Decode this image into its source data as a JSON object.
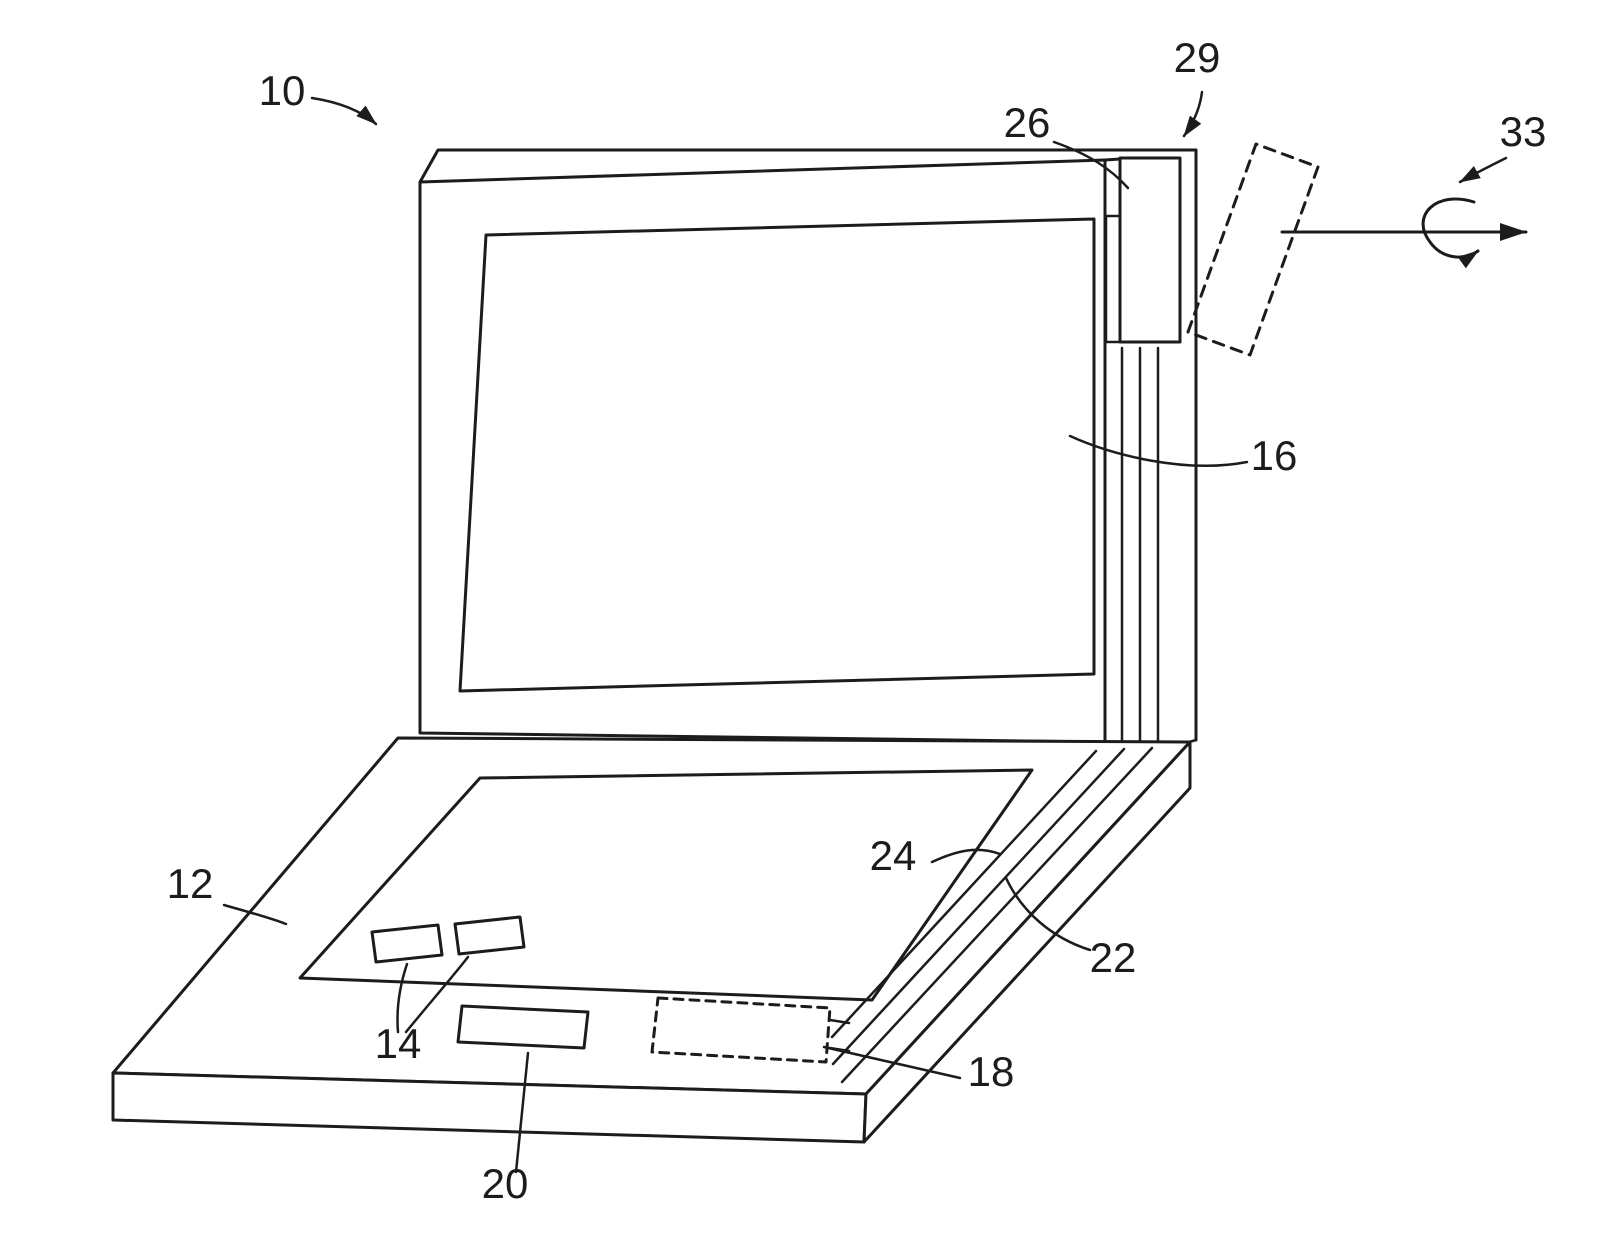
{
  "diagram": {
    "background": "#ffffff",
    "line_color": "#1c1c1c",
    "labels": [
      {
        "id": "ref-10",
        "text": "10"
      },
      {
        "id": "ref-12",
        "text": "12"
      },
      {
        "id": "ref-14",
        "text": "14"
      },
      {
        "id": "ref-16",
        "text": "16"
      },
      {
        "id": "ref-18",
        "text": "18"
      },
      {
        "id": "ref-20",
        "text": "20"
      },
      {
        "id": "ref-22",
        "text": "22"
      },
      {
        "id": "ref-24",
        "text": "24"
      },
      {
        "id": "ref-26",
        "text": "26"
      },
      {
        "id": "ref-29",
        "text": "29"
      },
      {
        "id": "ref-33",
        "text": "33"
      }
    ]
  }
}
